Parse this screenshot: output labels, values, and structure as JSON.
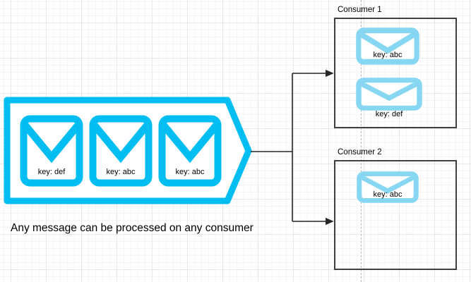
{
  "colors": {
    "queue_cyan": "#00BDF2",
    "consumer_envelope_blue": "#87D7F3",
    "connector": "#262626",
    "box_border": "#404040",
    "page_divider": "#BBBBBB",
    "text": "#000000"
  },
  "queue": {
    "messages": [
      {
        "label": "key: def"
      },
      {
        "label": "key: abc"
      },
      {
        "label": "key: abc"
      }
    ]
  },
  "consumers": [
    {
      "title": "Consumer 1",
      "messages": [
        {
          "label": "key: abc"
        },
        {
          "label": "key: def"
        }
      ]
    },
    {
      "title": "Consumer 2",
      "messages": [
        {
          "label": "key: abc"
        }
      ]
    }
  ],
  "caption": {
    "text": "Any message can be processed on any consumer"
  }
}
